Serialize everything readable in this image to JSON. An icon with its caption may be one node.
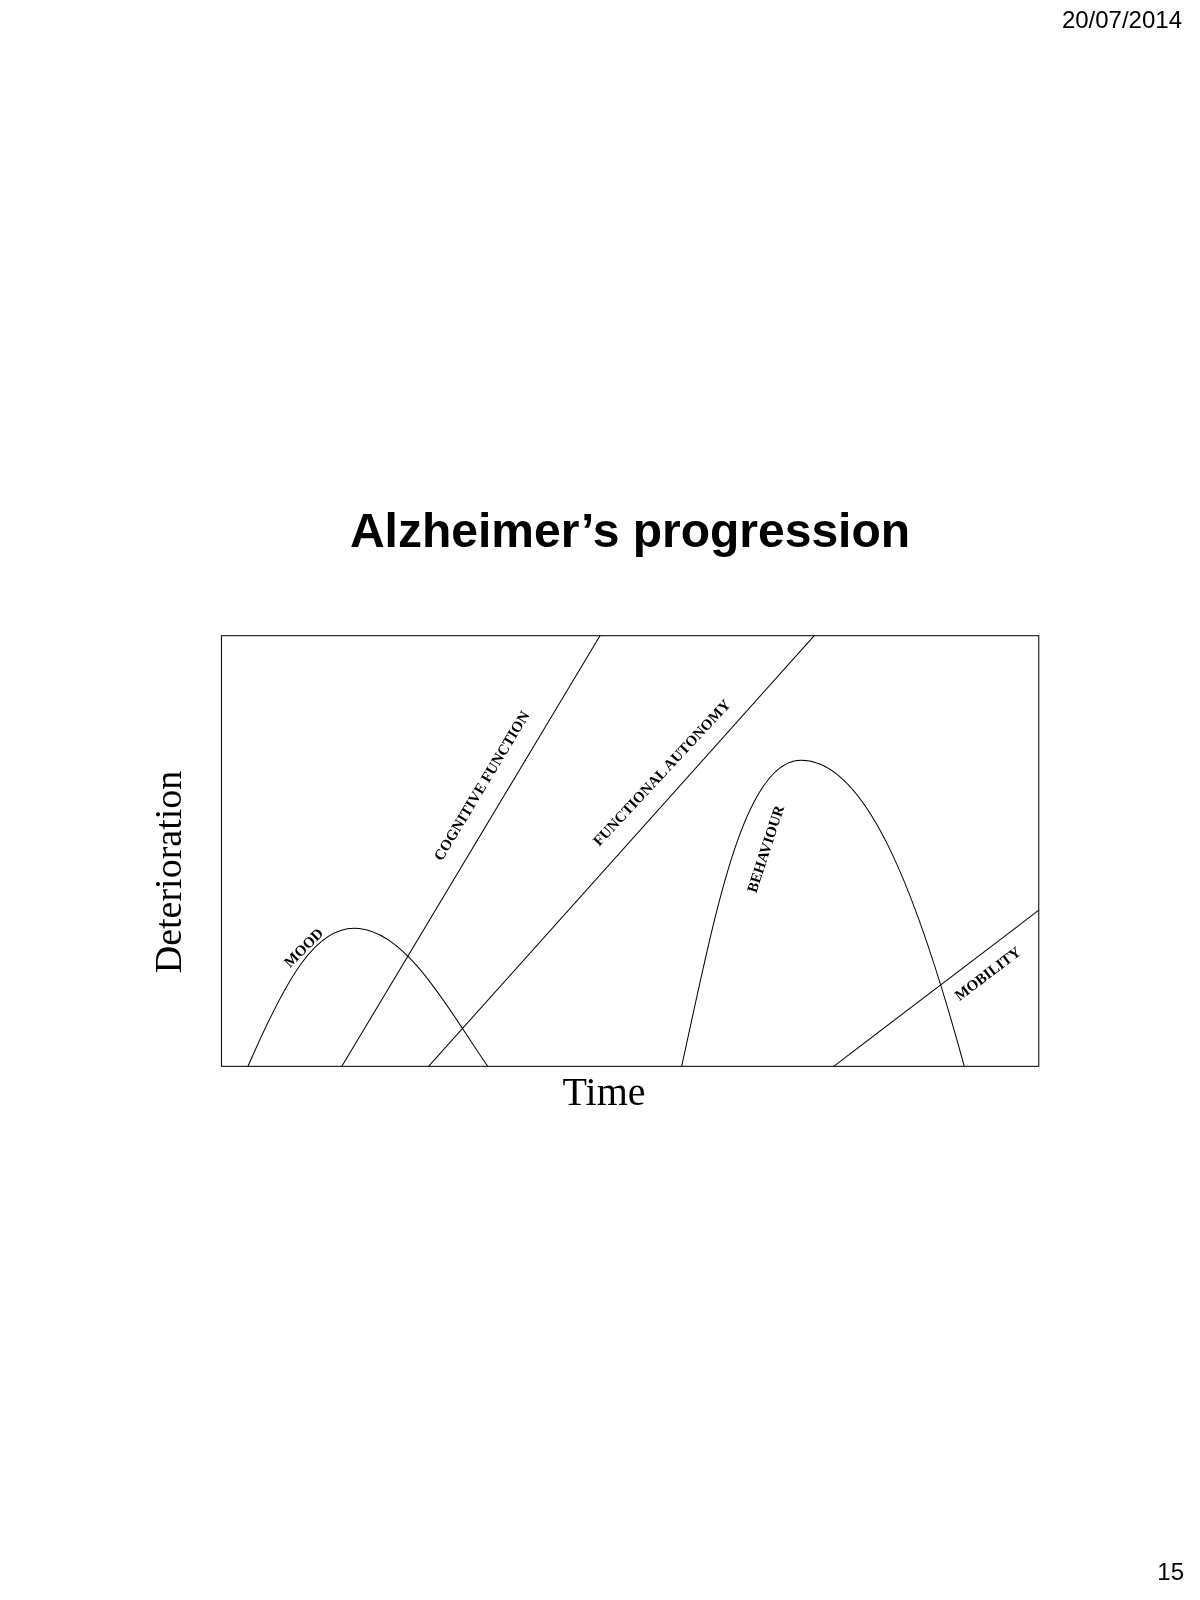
{
  "diagram": {
    "title": "Alzheimer’s progression",
    "labels": [
      "20/07/2014",
      "Deterioration",
      "Time",
      "MOOD",
      "COGNITIVE FUNCTION",
      "FUNCTIONAL AUTONOMY",
      "BEHAVIOUR",
      "MOBILITY",
      "15"
    ]
  }
}
